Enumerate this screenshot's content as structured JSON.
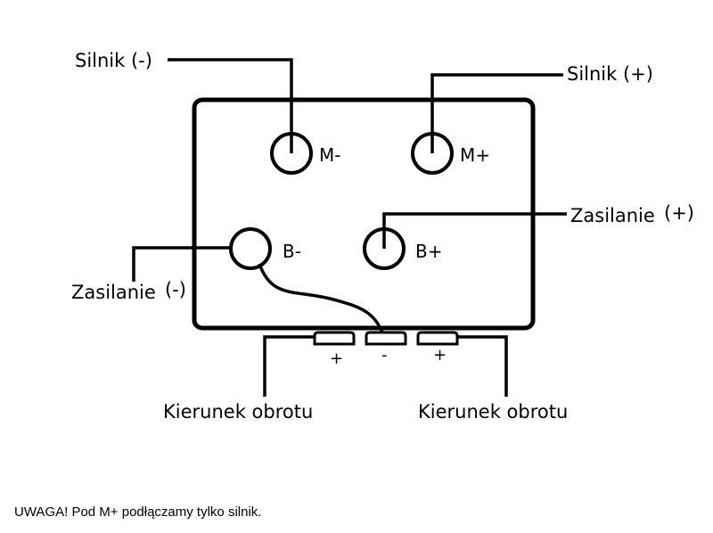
{
  "labels": {
    "motor_minus": "Silnik (-)",
    "motor_plus": "Silnik (+)",
    "power_plus": "Zasilanie",
    "power_plus_sign": "(+)",
    "power_minus": "Zasilanie",
    "power_minus_sign": "(-)",
    "direction_left": "Kierunek obrotu",
    "direction_right": "Kierunek obrotu"
  },
  "terminals": {
    "m_minus": "M-",
    "m_plus": "M+",
    "b_minus": "B-",
    "b_plus": "B+"
  },
  "connectors": {
    "left": "+",
    "middle": "-",
    "right": "+"
  },
  "note": "UWAGA! Pod M+ podłączamy tylko silnik."
}
